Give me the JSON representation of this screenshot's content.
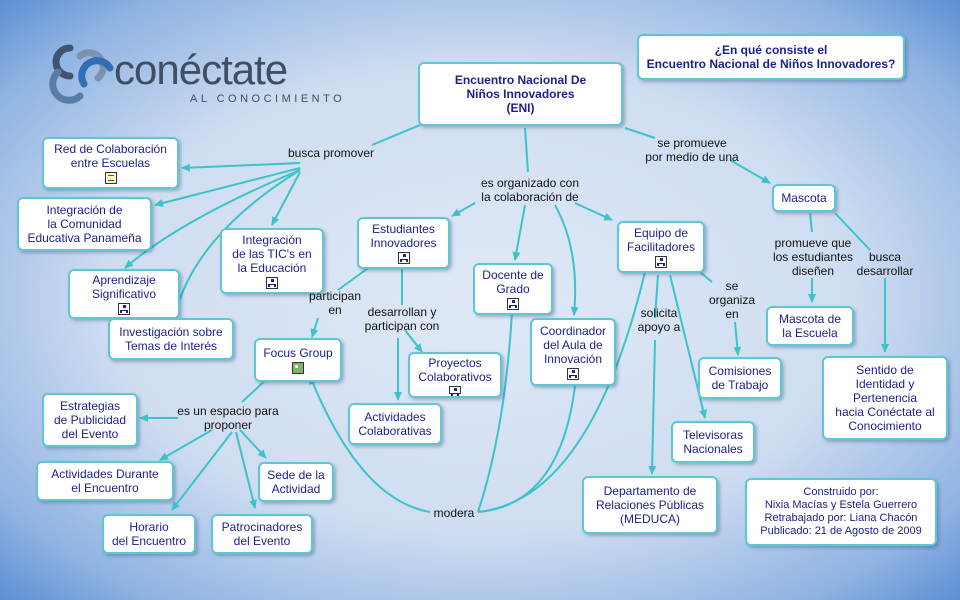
{
  "logo": {
    "word": "conéctate",
    "tagline": "AL CONOCIMIENTO"
  },
  "question": "¿En qué consiste el\nEncuentro Nacional de Niños Innovadores?",
  "center": "Encuentro Nacional De\nNiños Innovadores\n(ENI)",
  "nodes": {
    "red": "Red de Colaboración\nentre  Escuelas",
    "integracion_comunidad": "Integración de\nla Comunidad\nEducativa Panameña",
    "aprendizaje": "Aprendizaje\nSignificativo",
    "investigacion": "Investigación sobre\nTemas de Interés",
    "integracion_tic": "Integración\nde las TIC's en\nla Educación",
    "estudiantes": "Estudiantes\nInnovadores",
    "docente": "Docente de\nGrado",
    "coordinador": "Coordinador\ndel Aula de\nInnovación",
    "equipo": "Equipo de\nFacilitadores",
    "mascota": "Mascota",
    "mascota_escuela": "Mascota de\nla Escuela",
    "sentido": "Sentido de\nIdentidad y\nPertenencia\nhacia Conéctate al\nConocimiento",
    "focus": "Focus Group",
    "proyectos": "Proyectos\nColaborativos",
    "actividades": "Actividades\nColaborativas",
    "comisiones": "Comisiones\nde Trabajo",
    "televisoras": "Televisoras\nNacionales",
    "departamento": "Departamento de\nRelaciones Públicas\n(MEDUCA)",
    "estrategias": "Estrategias\nde Publicidad\ndel Evento",
    "act_durante": "Actividades Durante\nel Encuentro",
    "sede": "Sede de la\nActividad",
    "horario": "Horario\ndel Encuentro",
    "patrocinadores": "Patrocinadores\ndel Evento"
  },
  "labels": {
    "busca_promover": "busca promover",
    "organizado": "es organizado con\nla colaboración de",
    "promueve_medio": "se promueve\npor medio de una",
    "participan": "participan\nen",
    "desarrollan": "desarrollan y\nparticipan con",
    "solicita": "solicita\napoyo a",
    "organiza": "se\norganiza\nen",
    "promueve_est": "promueve que\nlos estudiantes\ndiseñen",
    "busca_desarrollar": "busca\ndesarrollar",
    "espacio": "es un espacio para\nproponer",
    "modera": "modera"
  },
  "credits": "Construido por:\nNixia Macías y Estela Guerrero\nRetrabajado por: Liana Chacón\nPublicado: 21 de Agosto de 2009",
  "colors": {
    "link": "#3cc3c9",
    "node_border": "#5ec7cf",
    "node_text": "#1a1f8c",
    "background": "#cfddf1"
  }
}
